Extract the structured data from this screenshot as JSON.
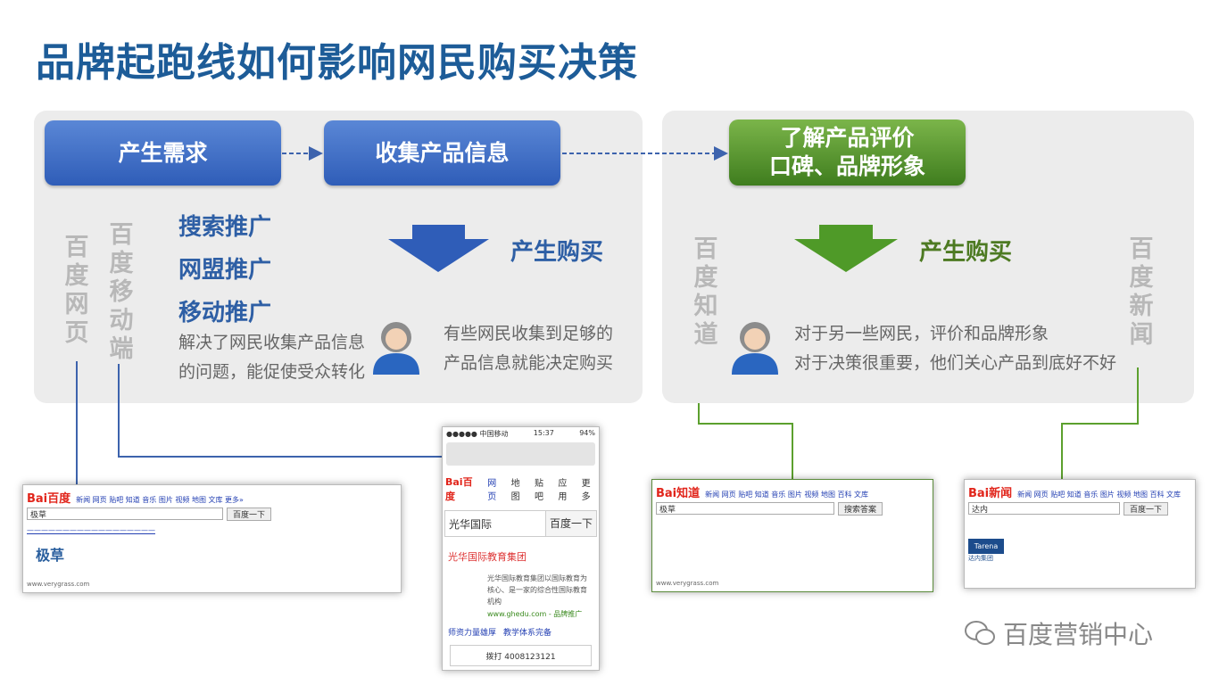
{
  "title": "品牌起跑线如何影响网民购买决策",
  "left": {
    "step1": "产生需求",
    "step2": "收集产品信息",
    "vert1": "百度网页",
    "vert2": "百度移动端",
    "promos": [
      "搜索推广",
      "网盟推广",
      "移动推广"
    ],
    "desc": [
      "解决了网民收集产品信息",
      "的问题，能促使受众转化"
    ],
    "buy": "产生购买",
    "note": [
      "有些网民收集到足够的",
      "产品信息就能决定购买"
    ]
  },
  "right": {
    "step": [
      "了解产品评价",
      "口碑、品牌形象"
    ],
    "vert1": "百度知道",
    "vert2": "百度新闻",
    "buy": "产生购买",
    "note": [
      "对于另一些网民，评价和品牌形象",
      "对于决策很重要，他们关心产品到底好不好"
    ]
  },
  "shots": {
    "web": {
      "logo": "Bai百度",
      "query": "极草",
      "button": "百度一下",
      "brand": "极草",
      "url": "www.verygrass.com"
    },
    "mobile": {
      "status_carrier": "●●●●● 中国移动",
      "time": "15:37",
      "battery": "94%",
      "logo": "Bai百度",
      "tabs": [
        "网页",
        "地图",
        "贴吧",
        "应用",
        "更多"
      ],
      "query": "光华国际",
      "button": "百度一下",
      "result_title": "光华国际教育集团",
      "result_desc": "光华国际教育集团以国际教育为核心、是一家的综合性国际教育机构",
      "result_url": "www.ghedu.com - 品牌推广",
      "links": [
        "师资力量雄厚",
        "教学体系完备"
      ],
      "call": "拨打 4008123121"
    },
    "zhidao": {
      "logo": "Bai知道",
      "query": "极草",
      "button": "搜索答案",
      "url": "www.verygrass.com"
    },
    "news": {
      "logo": "Bai新闻",
      "query": "达内",
      "button": "百度一下",
      "brand": "Tarena",
      "brand_cn": "达内集团"
    }
  },
  "watermark": "百度营销中心",
  "colors": {
    "title": "#1d5c98",
    "blue": "#2f5db8",
    "green": "#3f7d1e"
  }
}
